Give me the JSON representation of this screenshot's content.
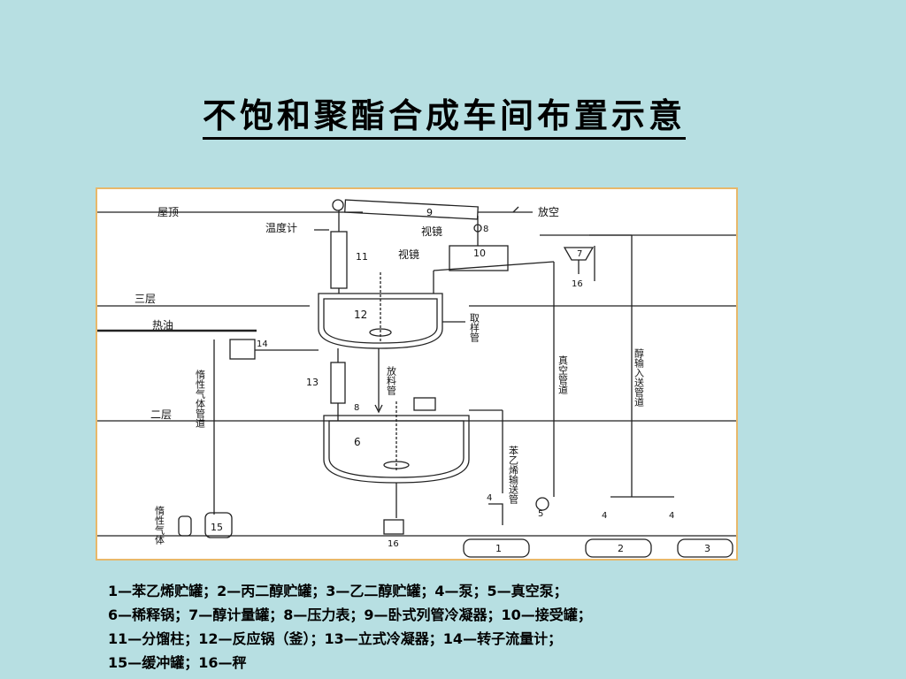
{
  "slide": {
    "title": "不饱和聚酯合成车间布置示意"
  },
  "diagram": {
    "floor_labels": {
      "roof": "屋顶",
      "floor3": "三层",
      "floor2": "二层"
    },
    "labels": {
      "thermometer": "温度计",
      "sight_glass_top": "视镜",
      "sight_glass_mid": "视镜",
      "vent": "放空",
      "hot_oil": "热油",
      "sampling_pipe": "取样管",
      "discharge_pipe": "放料管",
      "inert_gas_pipe": "惰性气体管道",
      "inert_gas": "惰性气体",
      "vacuum_pipe": "真空管道",
      "alcohol_pipe": "醇输入送管道",
      "styrene_pipe": "苯乙烯输送管"
    },
    "numbers": {
      "n1": "1",
      "n2": "2",
      "n3": "3",
      "n4a": "4",
      "n4b": "4",
      "n4c": "4",
      "n5": "5",
      "n6": "6",
      "n7": "7",
      "n8a": "8",
      "n8b": "8",
      "n9": "9",
      "n10": "10",
      "n11": "11",
      "n12": "12",
      "n13": "13",
      "n14": "14",
      "n15": "15",
      "n16a": "16",
      "n16b": "16"
    }
  },
  "legend": {
    "line1": "1—苯乙烯贮罐；2—丙二醇贮罐；3—乙二醇贮罐；4—泵；5—真空泵；",
    "line2": "6—稀释锅；7—醇计量罐；8—压力表；9—卧式列管冷凝器；10—接受罐；",
    "line3": "11—分馏柱；12—反应锅（釜）；13—立式冷凝器；14—转子流量计；",
    "line4": "15—缓冲罐；16—秤"
  }
}
